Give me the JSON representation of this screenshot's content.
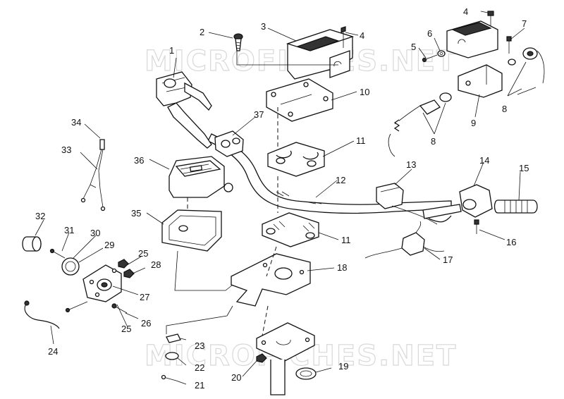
{
  "watermark": {
    "top": "MICROFICHES.NET",
    "bottom": "MICROFICHES.NET"
  },
  "callouts": [
    "1",
    "2",
    "3",
    "4",
    "4",
    "5",
    "6",
    "7",
    "8",
    "8",
    "9",
    "10",
    "11",
    "11",
    "12",
    "13",
    "14",
    "15",
    "16",
    "17",
    "18",
    "19",
    "20",
    "21",
    "22",
    "23",
    "24",
    "25",
    "25",
    "26",
    "27",
    "28",
    "29",
    "30",
    "31",
    "32",
    "33",
    "34",
    "35",
    "36",
    "37"
  ]
}
